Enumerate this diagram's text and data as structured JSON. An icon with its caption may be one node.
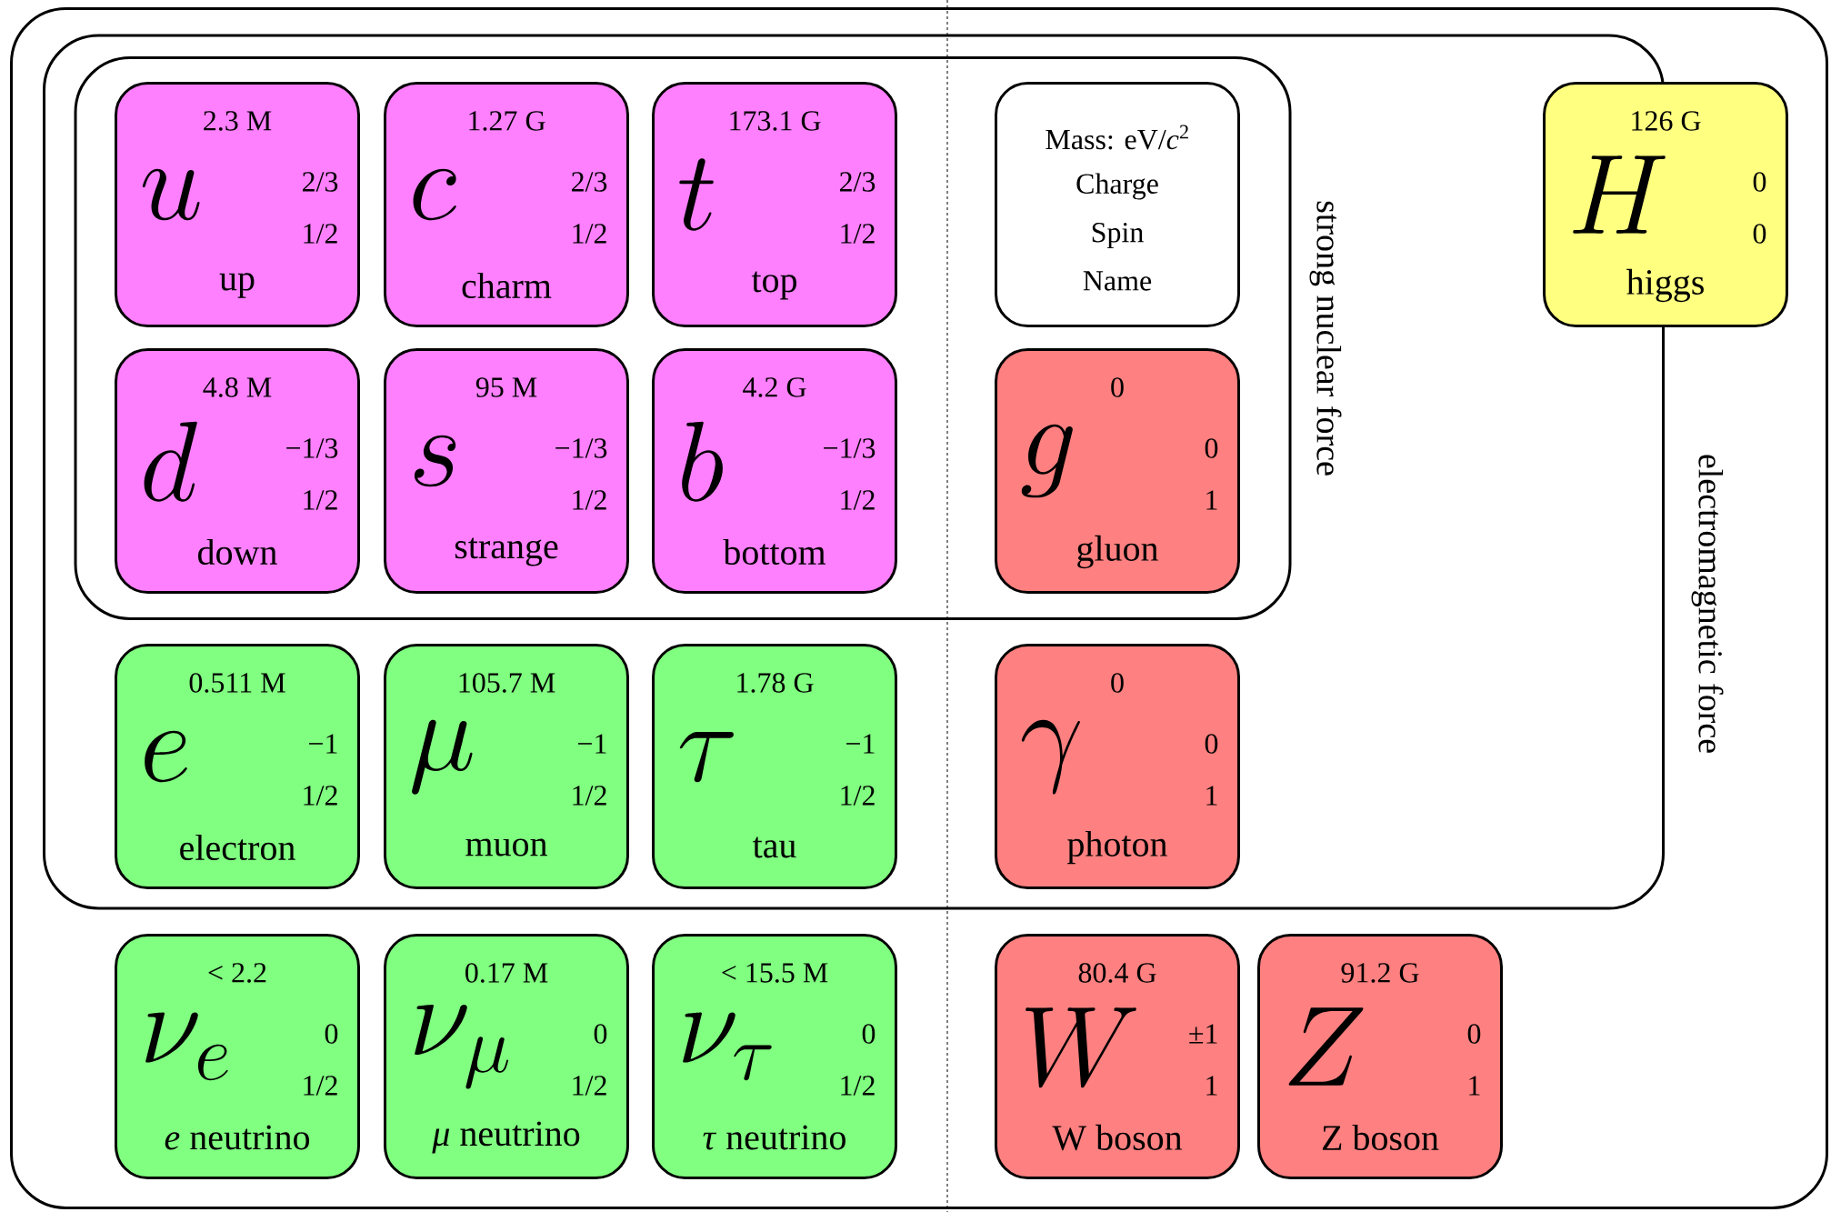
{
  "diagram": {
    "nodes": [
      {
        "text": [],
        "shape": "box"
      },
      {
        "text": [
          "electromagnetic force"
        ],
        "in": 0
      },
      {
        "text": [
          "strong nuclear force"
        ],
        "in": 1
      },
      {
        "text": [
          "2.3 M",
          "u",
          "2/3",
          "1/2",
          "up"
        ],
        "in": 2
      },
      {
        "text": [
          "1.27 G",
          "c",
          "2/3",
          "1/2",
          "charm"
        ],
        "in": 2
      },
      {
        "text": [
          "173.1 G",
          "t",
          "2/3",
          "1/2",
          "top"
        ],
        "in": 2
      },
      {
        "text": [
          "Mass: eV/*c*$^{2}$",
          "Charge",
          "Spin",
          "Name"
        ],
        "in": 2
      },
      {
        "text": [
          "126 G",
          "H",
          "0",
          "0",
          "higgs"
        ],
        "in": 0
      },
      {
        "text": [
          "4.8 M",
          "d",
          "−1/3",
          "1/2",
          "down"
        ],
        "in": 2
      },
      {
        "text": [
          "95 M",
          "s",
          "−1/3",
          "1/2",
          "strange"
        ],
        "in": 2
      },
      {
        "text": [
          "4.2 G",
          "b",
          "−1/3",
          "1/2",
          "bottom"
        ],
        "in": 2
      },
      {
        "text": [
          "0",
          "g",
          "0",
          "1",
          "gluon"
        ],
        "in": 2
      },
      {
        "text": [
          "0.511 M",
          "e",
          "−1",
          "1/2",
          "electron"
        ],
        "in": 1
      },
      {
        "text": [
          "105.7 M",
          "\\mu",
          "−1",
          "1/2",
          "muon"
        ],
        "in": 1
      },
      {
        "text": [
          "1.78 G",
          "\\tau",
          "−1",
          "1/2",
          "tau"
        ],
        "in": 1
      },
      {
        "text": [
          "0",
          "\\gamma",
          "0",
          "1",
          "photon"
        ],
        "in": 1
      },
      {
        "text": [
          "< 2.2",
          "\\nu_e",
          "0",
          "1/2",
          "*e* neutrino"
        ],
        "in": 0
      },
      {
        "text": [
          "0.17 M",
          "\\nu_\\mu",
          "0",
          "1/2",
          "*μ* neutrino"
        ],
        "in": 0
      },
      {
        "text": [
          "< 15.5 M",
          "\\nu_\\tau",
          "0",
          "1/2",
          "*τ* neutrino"
        ],
        "in": 0
      },
      {
        "text": [
          "80.4 G",
          "W",
          "±1",
          "1",
          "W boson"
        ],
        "in": 0
      },
      {
        "text": [
          "91.2 G",
          "Z",
          "0",
          "1",
          "Z boson"
        ],
        "in": 0
      }
    ]
  }
}
